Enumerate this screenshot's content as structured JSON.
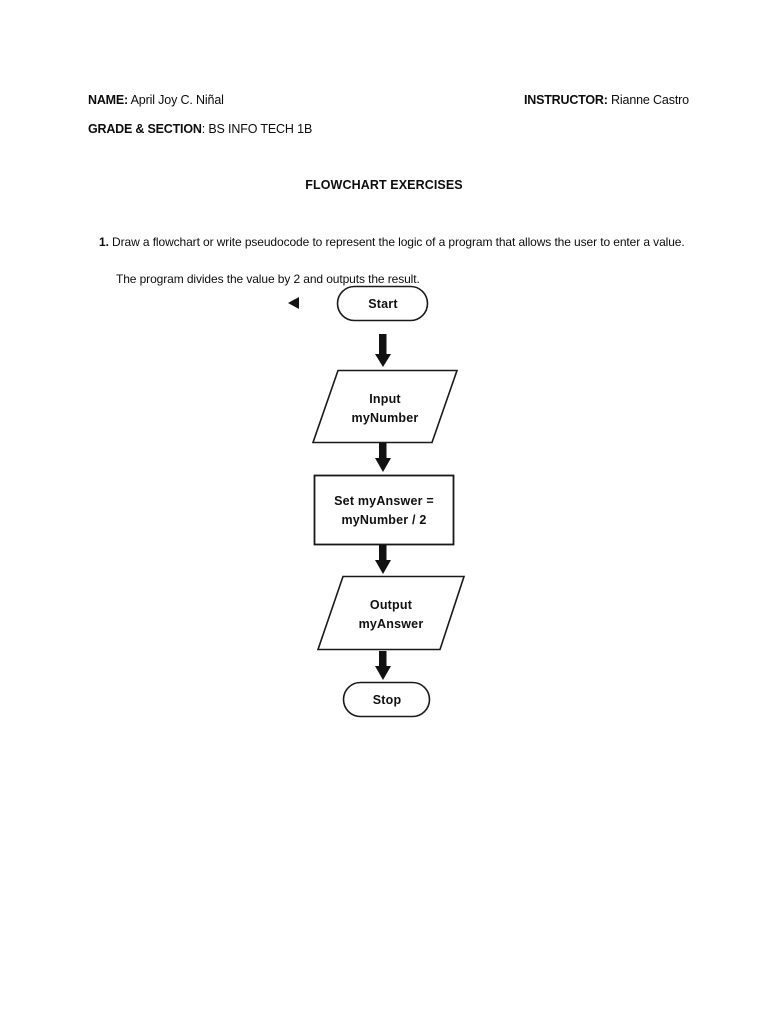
{
  "document": {
    "background_color": "#ffffff",
    "ink_color": "#111111",
    "title": "FLOWCHART EXERCISES"
  },
  "header": {
    "name_label": "NAME:",
    "name_value": " April Joy C. Niñal",
    "instructor_label": "INSTRUCTOR:",
    "instructor_value": " Rianne Castro",
    "grade_label": "GRADE & SECTION",
    "grade_value": ": BS INFO TECH 1B"
  },
  "question": {
    "number": "1.",
    "line_1": " Draw a flowchart or write pseudocode to represent the logic of a program that allows the user to enter a value.",
    "line_2": "The program divides the value by 2 and outputs the result."
  },
  "flowchart": {
    "nodes": [
      {
        "id": "start",
        "type": "terminator",
        "label": "Start",
        "line_1": "Start",
        "line_2": ""
      },
      {
        "id": "input",
        "type": "input-output",
        "label": "Input myNumber",
        "line_1": "Input",
        "line_2": "myNumber"
      },
      {
        "id": "process",
        "type": "process",
        "label": "Set myAnswer = myNumber / 2",
        "line_1": "Set myAnswer =",
        "line_2": "myNumber / 2"
      },
      {
        "id": "output",
        "type": "input-output",
        "label": "Output myAnswer",
        "line_1": "Output",
        "line_2": "myAnswer"
      },
      {
        "id": "stop",
        "type": "terminator",
        "label": "Stop",
        "line_1": "Stop",
        "line_2": ""
      }
    ],
    "connectors": [
      {
        "from": "start",
        "to": "input"
      },
      {
        "from": "input",
        "to": "process"
      },
      {
        "from": "process",
        "to": "output"
      },
      {
        "from": "output",
        "to": "stop"
      }
    ],
    "cursor_marker": "left-pointing-triangle"
  }
}
